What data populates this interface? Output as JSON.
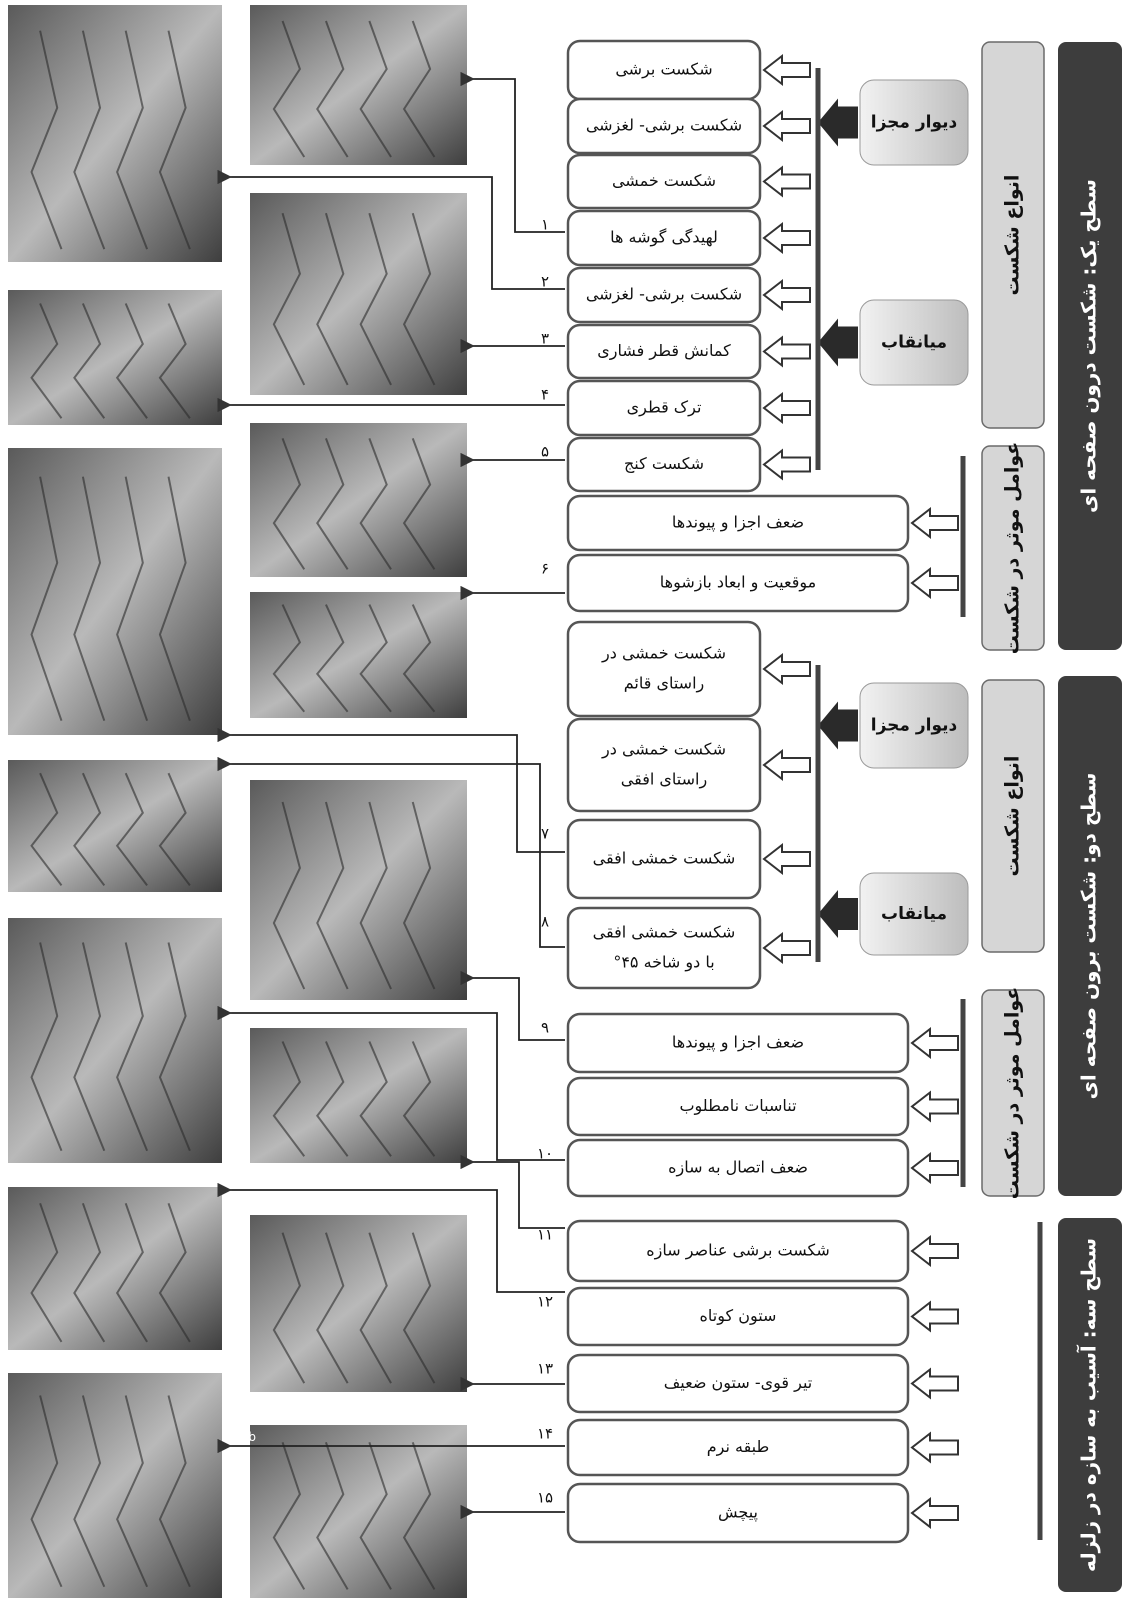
{
  "levels": [
    {
      "label": "سطح یک: شکست درون صفحه ای"
    },
    {
      "label": "سطح دو: شکست برون صفحه ای"
    },
    {
      "label": "سطح سه: آسیب به سازه در زلزله"
    }
  ],
  "groups": [
    {
      "label": "انواع شکست"
    },
    {
      "label": "عوامل موثر در شکست"
    },
    {
      "label": "انواع شکست"
    },
    {
      "label": "عوامل موثر در شکست"
    }
  ],
  "subgroups": [
    {
      "label": "دیوار مجزا"
    },
    {
      "label": "میانقاب"
    },
    {
      "label": "دیوار مجزا"
    },
    {
      "label": "میانقاب"
    }
  ],
  "items": [
    {
      "lines": [
        "شکست برشی"
      ],
      "num": ""
    },
    {
      "lines": [
        "شکست برشی- لغزشی"
      ],
      "num": ""
    },
    {
      "lines": [
        "شکست خمشی"
      ],
      "num": ""
    },
    {
      "lines": [
        "لهیدگی گوشه ها"
      ],
      "num": "۱"
    },
    {
      "lines": [
        "شکست برشی- لغزشی"
      ],
      "num": "۲"
    },
    {
      "lines": [
        "کمانش قطر فشاری"
      ],
      "num": "۳"
    },
    {
      "lines": [
        "ترک قطری"
      ],
      "num": "۴"
    },
    {
      "lines": [
        "شکست کنج"
      ],
      "num": "۵"
    },
    {
      "lines": [
        "ضعف اجزا و پیوندها"
      ],
      "num": ""
    },
    {
      "lines": [
        "موقعیت و ابعاد بازشوها"
      ],
      "num": "۶"
    },
    {
      "lines": [
        "شکست خمشی در",
        "راستای قائم"
      ],
      "num": ""
    },
    {
      "lines": [
        "شکست خمشی در",
        "راستای افقی"
      ],
      "num": ""
    },
    {
      "lines": [
        "شکست خمشی افقی"
      ],
      "num": "۷"
    },
    {
      "lines": [
        "شکست خمشی افقی",
        "با دو شاخه ۴۵°"
      ],
      "num": "۸"
    },
    {
      "lines": [
        "ضعف اجزا و پیوندها"
      ],
      "num": "۹"
    },
    {
      "lines": [
        "تناسبات نامطلوب"
      ],
      "num": ""
    },
    {
      "lines": [
        "ضعف اتصال به سازه"
      ],
      "num": "۱۰"
    },
    {
      "lines": [
        "شکست برشی عناصر سازه"
      ],
      "num": "۱۱"
    },
    {
      "lines": [
        "ستون کوتاه"
      ],
      "num": "۱۲"
    },
    {
      "lines": [
        "تیر قوی- ستون ضعیف"
      ],
      "num": "۱۳"
    },
    {
      "lines": [
        "طبقه نرم"
      ],
      "num": "۱۴"
    },
    {
      "lines": [
        "پیچش"
      ],
      "num": "۱۵"
    }
  ],
  "photos": [
    {
      "caption": ""
    },
    {
      "caption": ""
    },
    {
      "caption": ""
    },
    {
      "caption": ""
    },
    {
      "caption": ""
    },
    {
      "caption": ""
    },
    {
      "caption": ""
    },
    {
      "caption": ""
    },
    {
      "caption": ""
    },
    {
      "caption": ""
    },
    {
      "caption": ""
    },
    {
      "caption": ""
    },
    {
      "caption": ""
    },
    {
      "caption": ""
    },
    {
      "caption": "b"
    }
  ],
  "colors": {
    "band": "#3d3d3d",
    "group_fill": "#d6d6d6",
    "subgroup_fill": "#d9d9d9",
    "box_border": "#555555",
    "arrow": "#444444",
    "photo_dark": "#4a4a4a",
    "photo_light": "#cfcfcf"
  }
}
